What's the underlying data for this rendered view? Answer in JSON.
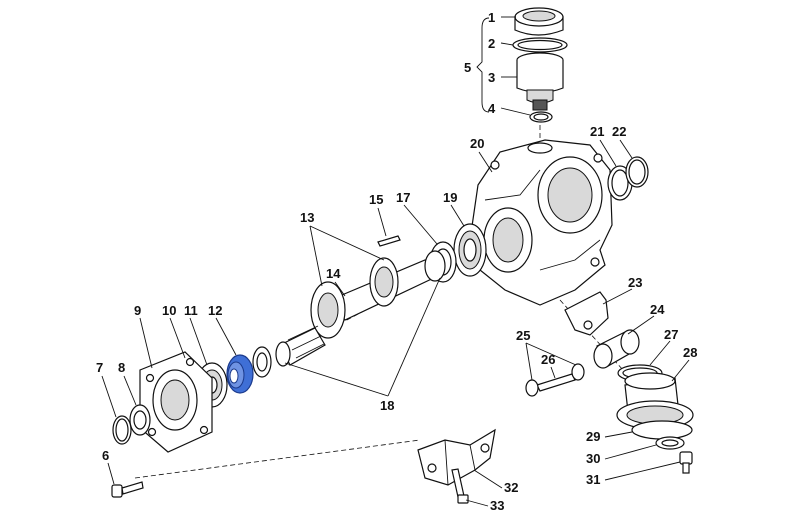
{
  "diagram": {
    "labels": [
      {
        "id": "1"
      },
      {
        "id": "2"
      },
      {
        "id": "3"
      },
      {
        "id": "4"
      },
      {
        "id": "5"
      },
      {
        "id": "6"
      },
      {
        "id": "7"
      },
      {
        "id": "8"
      },
      {
        "id": "9"
      },
      {
        "id": "10"
      },
      {
        "id": "11"
      },
      {
        "id": "12"
      },
      {
        "id": "13"
      },
      {
        "id": "14"
      },
      {
        "id": "15"
      },
      {
        "id": "17"
      },
      {
        "id": "18"
      },
      {
        "id": "19"
      },
      {
        "id": "20"
      },
      {
        "id": "21"
      },
      {
        "id": "22"
      },
      {
        "id": "23"
      },
      {
        "id": "24"
      },
      {
        "id": "25"
      },
      {
        "id": "26"
      },
      {
        "id": "27"
      },
      {
        "id": "28"
      },
      {
        "id": "29"
      },
      {
        "id": "30"
      },
      {
        "id": "31"
      },
      {
        "id": "32"
      },
      {
        "id": "33"
      }
    ],
    "highlight_color": "#3f6fd6"
  }
}
